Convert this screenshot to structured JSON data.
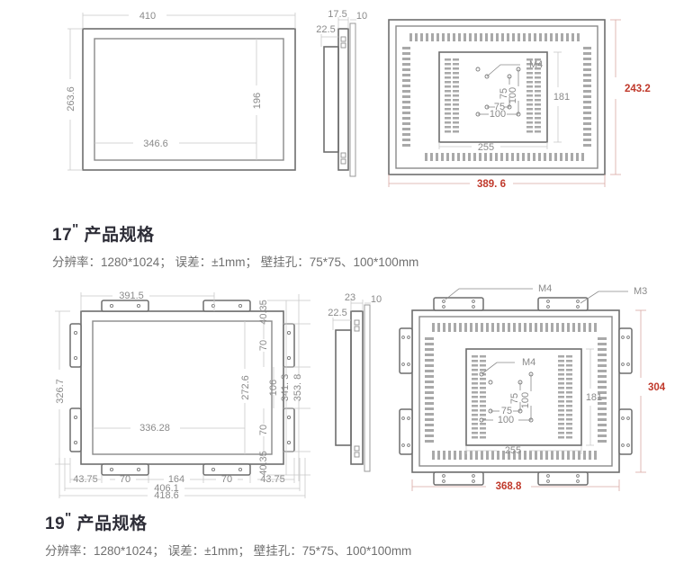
{
  "sections": [
    {
      "id": "sec17",
      "heading_size": "17",
      "heading_quote": "\"",
      "heading_text": "产品规格",
      "spec_line": "分辨率：1280*1024；  误差：±1mm；  壁挂孔：75*75、100*100mm",
      "front_view": {
        "width_dim": "410",
        "height_dim": "263.6",
        "screen_width_dim": "346.6",
        "screen_height_dim": "196"
      },
      "side_view": {
        "depth_top": "17.5",
        "depth_flange": "10",
        "bezel_dim": "22.5"
      },
      "rear_view": {
        "thread_label": "M4",
        "vesa_75_h": "75",
        "vesa_75_v": "75",
        "vesa_100_h": "100",
        "vesa_100_v": "100",
        "plate_width": "255",
        "plate_height": "181",
        "overall_width": "389. 6",
        "overall_height": "243.2"
      }
    },
    {
      "id": "sec19",
      "heading_size": "19",
      "heading_quote": "\"",
      "heading_text": "产品规格",
      "spec_line": "分辨率：1280*1024；  误差：±1mm；  壁挂孔：75*75、100*100mm",
      "front_view": {
        "width_dim": "391.5",
        "height_dim": "326.7",
        "screen_width_dim": "336.28",
        "screen_height_dim": "272.6",
        "h_chain": [
          "43.75",
          "70",
          "164",
          "70",
          "43.75"
        ],
        "h_total_1": "406.1",
        "h_total_2": "418.6",
        "v_chain": [
          "40.35",
          "70",
          "106",
          "70",
          "40.35"
        ],
        "v_total_1": "341. 3",
        "v_total_2": "353. 8"
      },
      "side_view": {
        "depth_top": "23",
        "depth_flange": "10",
        "bezel_dim": "22.5"
      },
      "rear_view": {
        "thread_label_m4_top": "M4",
        "thread_label_m3": "M3",
        "thread_label": "M4",
        "vesa_75_h": "75",
        "vesa_75_v": "75",
        "vesa_100_h": "100",
        "vesa_100_v": "100",
        "plate_width": "255",
        "plate_height": "181",
        "overall_width": "368.8",
        "overall_height": "304"
      }
    }
  ],
  "colors": {
    "red_dimension": "#c0392b",
    "outline": "#6e6e6e",
    "dimension_line": "#c9c9c9",
    "vent": "#a9a9a9"
  }
}
